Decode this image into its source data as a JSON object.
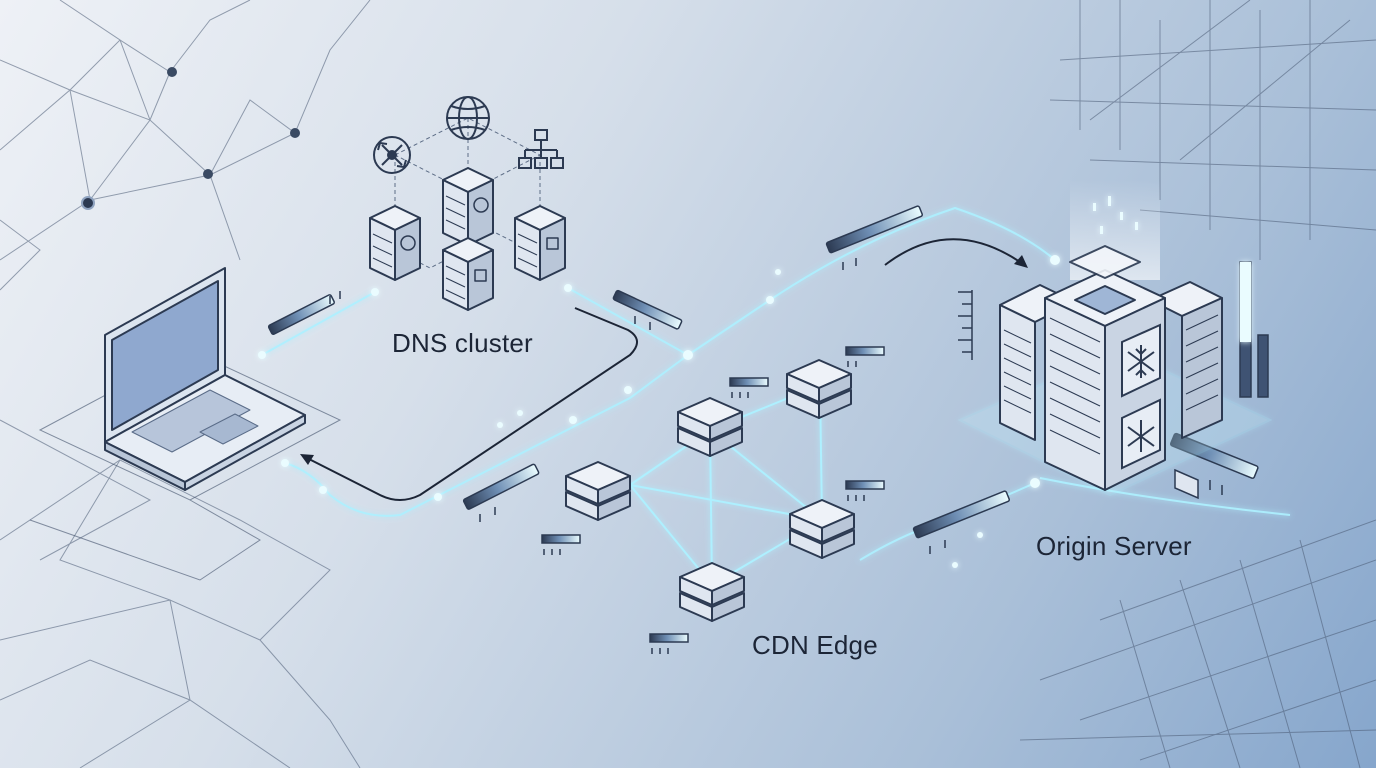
{
  "labels": {
    "dns": "DNS cluster",
    "cdn": "CDN Edge",
    "origin": "Origin Server"
  },
  "colors": {
    "background_start": "#eef1f6",
    "background_end": "#86a6cc",
    "outline": "#2c3a52",
    "glow": "#8fe6ff",
    "glow_core": "#eafcff",
    "server_face": "#e6ecf4",
    "server_side": "#b9c6d8",
    "screen": "#8fa8cf"
  },
  "icons": {
    "dns_top": [
      "globe-icon",
      "load-balancer-icon",
      "hierarchy-icon"
    ],
    "origin_panels": [
      "snowflake-icon",
      "snowflake-icon"
    ]
  }
}
